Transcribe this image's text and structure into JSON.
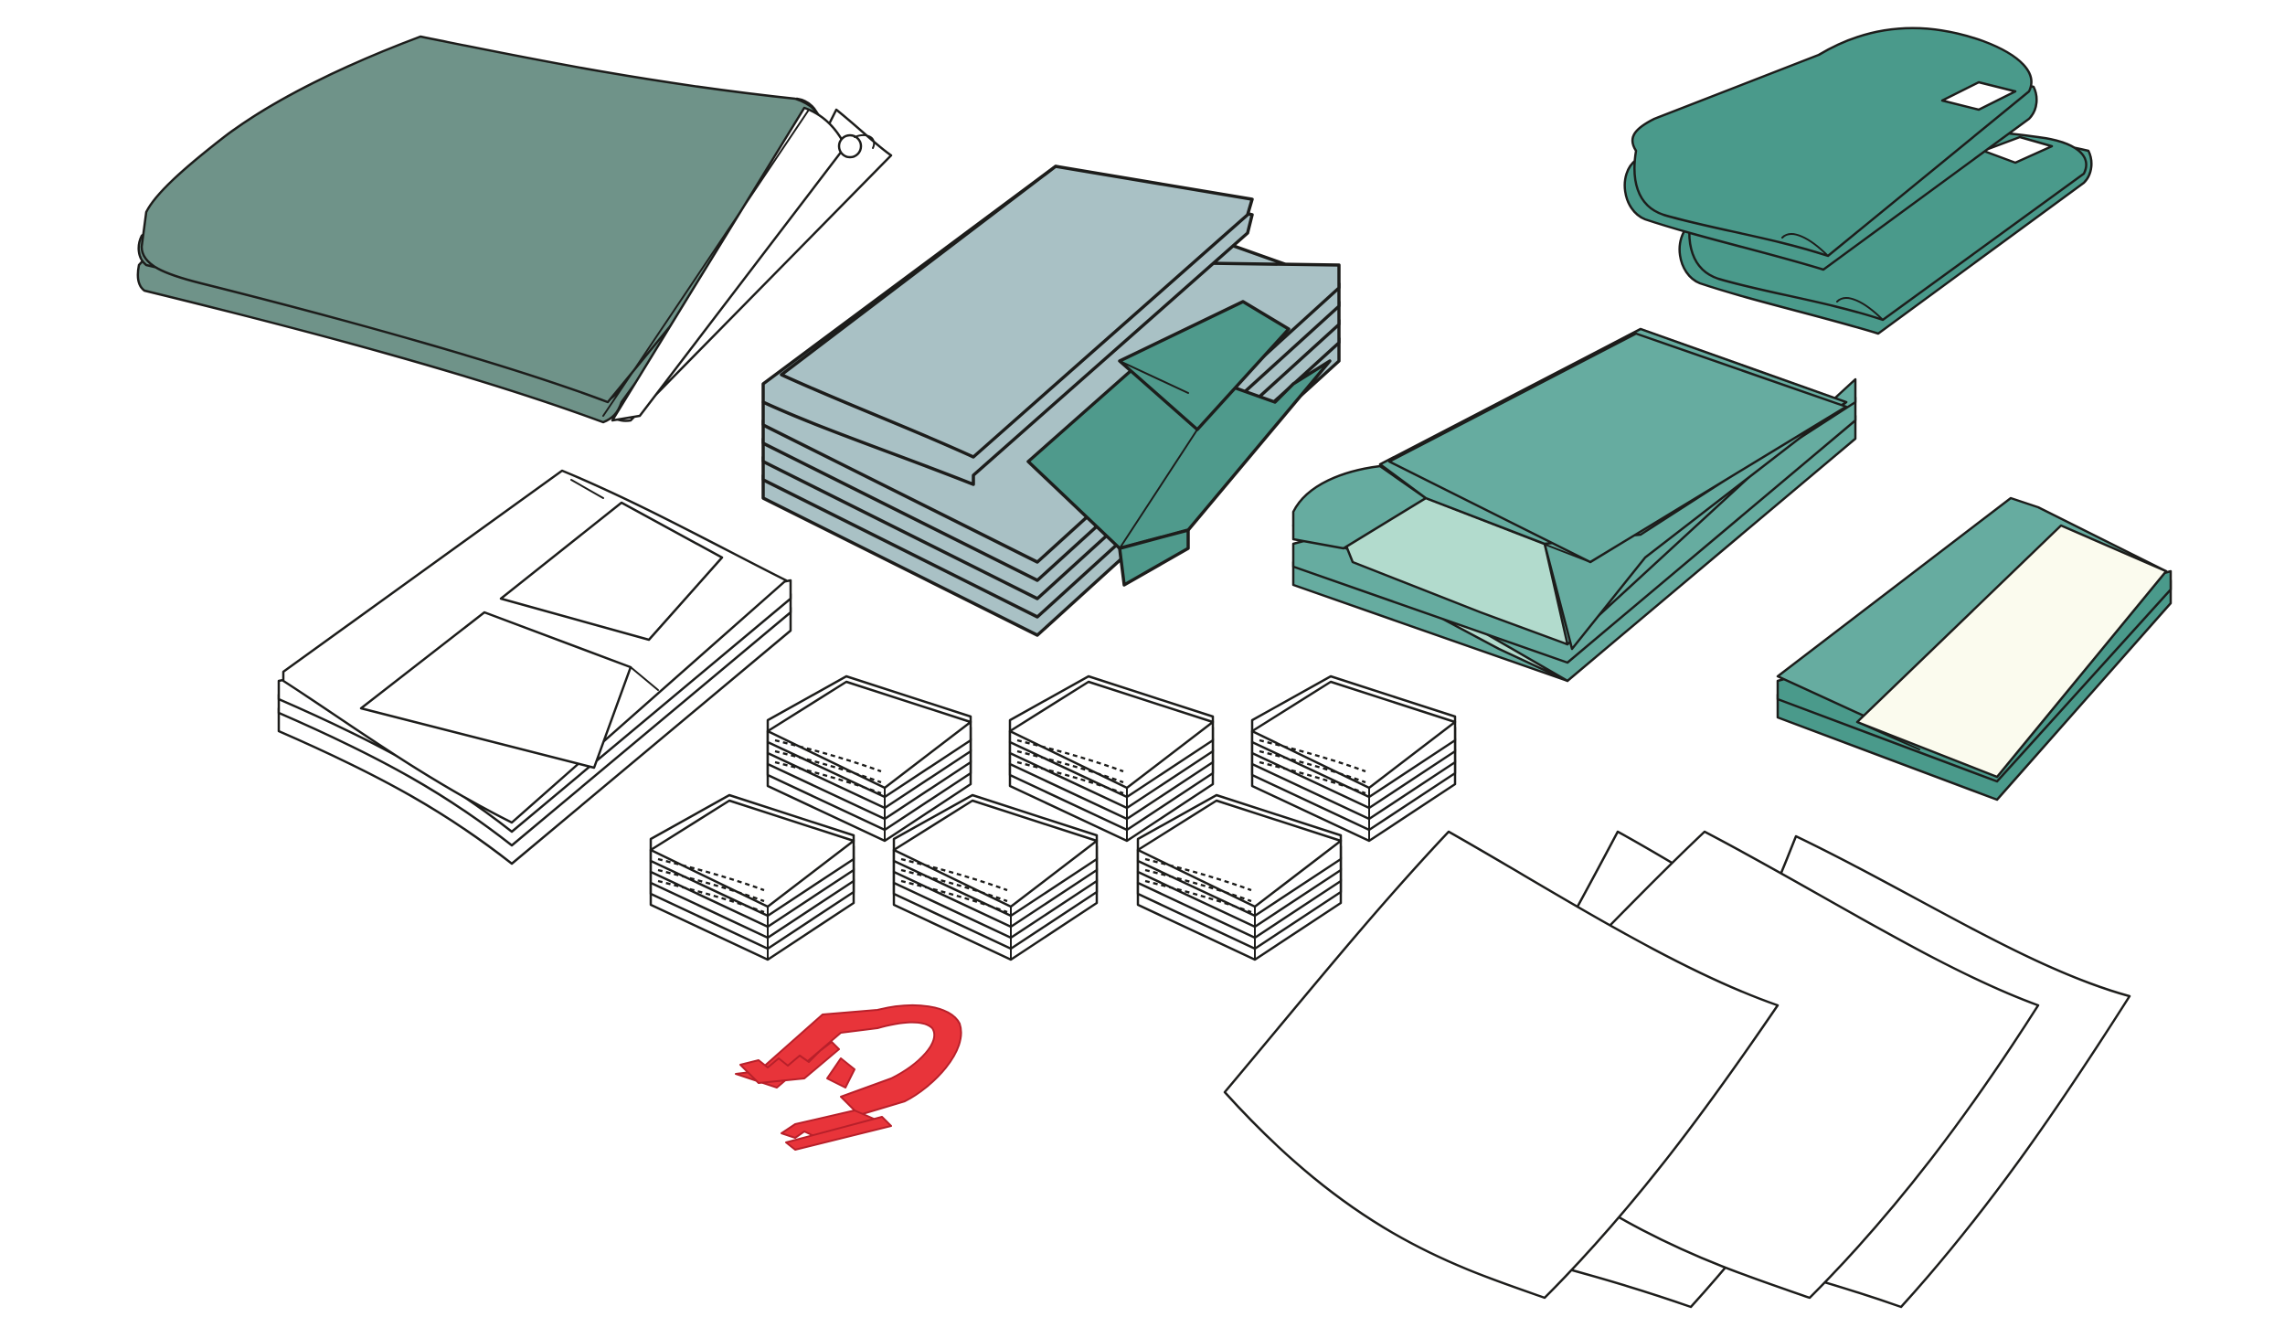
{
  "colors": {
    "background": "#ffffff",
    "outline": "#1d1d1b",
    "drape_sage": "#6f9389",
    "drape_bluegrey": "#a9c1c5",
    "drape_teal": "#4f9a8c",
    "drape_green": "#4a9a8b",
    "drape_mint": "#66aca0",
    "drape_light_mint": "#b2dbcd",
    "adhesive_strip": "#fbfbee",
    "gauze": "#ffffff",
    "clamp": "#e8343a"
  },
  "items": [
    {
      "kind": "drape-folded-large",
      "icon": "folded-drape-icon"
    },
    {
      "kind": "drape-folded-with-pocket",
      "icon": "folded-drape-pocket-icon"
    },
    {
      "kind": "towel-pair-with-labels",
      "icon": "towel-pair-icon"
    },
    {
      "kind": "drape-folded-two-tone",
      "icon": "two-tone-drape-icon"
    },
    {
      "kind": "drape-with-adhesive-strip",
      "icon": "adhesive-drape-icon"
    },
    {
      "kind": "gown-folded-white",
      "icon": "folded-gown-icon"
    },
    {
      "kind": "gauze-swab-stacks",
      "icon": "gauze-swab-icon",
      "count": 6
    },
    {
      "kind": "towel-clamp",
      "icon": "towel-clamp-icon"
    },
    {
      "kind": "absorbent-sheets",
      "icon": "absorbent-sheet-icon",
      "count": 4
    }
  ]
}
